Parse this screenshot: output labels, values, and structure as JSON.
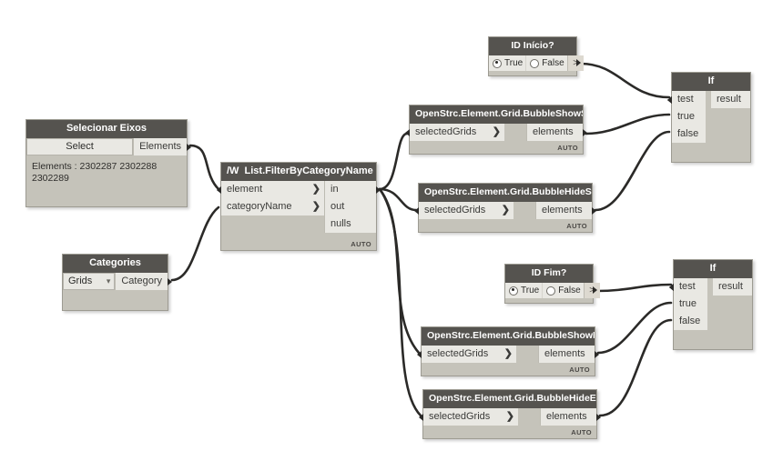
{
  "graph": {
    "background": "#ffffff",
    "wire_color": "#2b2a28",
    "header_color": "#55534f",
    "body_color": "#c5c3ba",
    "port_color": "#e9e8e3"
  },
  "nodes": {
    "select_eixos": {
      "title": "Selecionar Eixos",
      "button_label": "Select",
      "output_label": "Elements",
      "value_text": "Elements : 2302287 2302288 2302289"
    },
    "categories": {
      "title": "Categories",
      "selected_option": "Grids",
      "caret": "chevron-down-icon",
      "output_label": "Category"
    },
    "filter": {
      "icon": "/W",
      "title": "List.FilterByCategoryName",
      "inputs": [
        "element",
        "categoryName"
      ],
      "outputs": [
        "in",
        "out",
        "nulls"
      ],
      "lacing": "AUTO"
    },
    "bubble_show_start": {
      "title": "OpenStrc.Element.Grid.BubbleShowStart",
      "input": "selectedGrids",
      "output": "elements",
      "lacing": "AUTO"
    },
    "bubble_hide_start": {
      "title": "OpenStrc.Element.Grid.BubbleHideStart",
      "input": "selectedGrids",
      "output": "elements",
      "lacing": "AUTO"
    },
    "bubble_show_end": {
      "title": "OpenStrc.Element.Grid.BubbleShowEnd",
      "input": "selectedGrids",
      "output": "elements",
      "lacing": "AUTO"
    },
    "bubble_hide_end": {
      "title": "OpenStrc.Element.Grid.BubbleHideEnd",
      "input": "selectedGrids",
      "output": "elements",
      "lacing": "AUTO"
    },
    "id_inicio": {
      "title": "ID Início?",
      "true_label": "True",
      "false_label": "False",
      "selected": "True",
      "port_glyph": ">"
    },
    "id_fim": {
      "title": "ID Fim?",
      "true_label": "True",
      "false_label": "False",
      "selected": "True",
      "port_glyph": ">"
    },
    "if_top": {
      "title": "If",
      "inputs": [
        "test",
        "true",
        "false"
      ],
      "output": "result"
    },
    "if_bottom": {
      "title": "If",
      "inputs": [
        "test",
        "true",
        "false"
      ],
      "output": "result"
    }
  }
}
